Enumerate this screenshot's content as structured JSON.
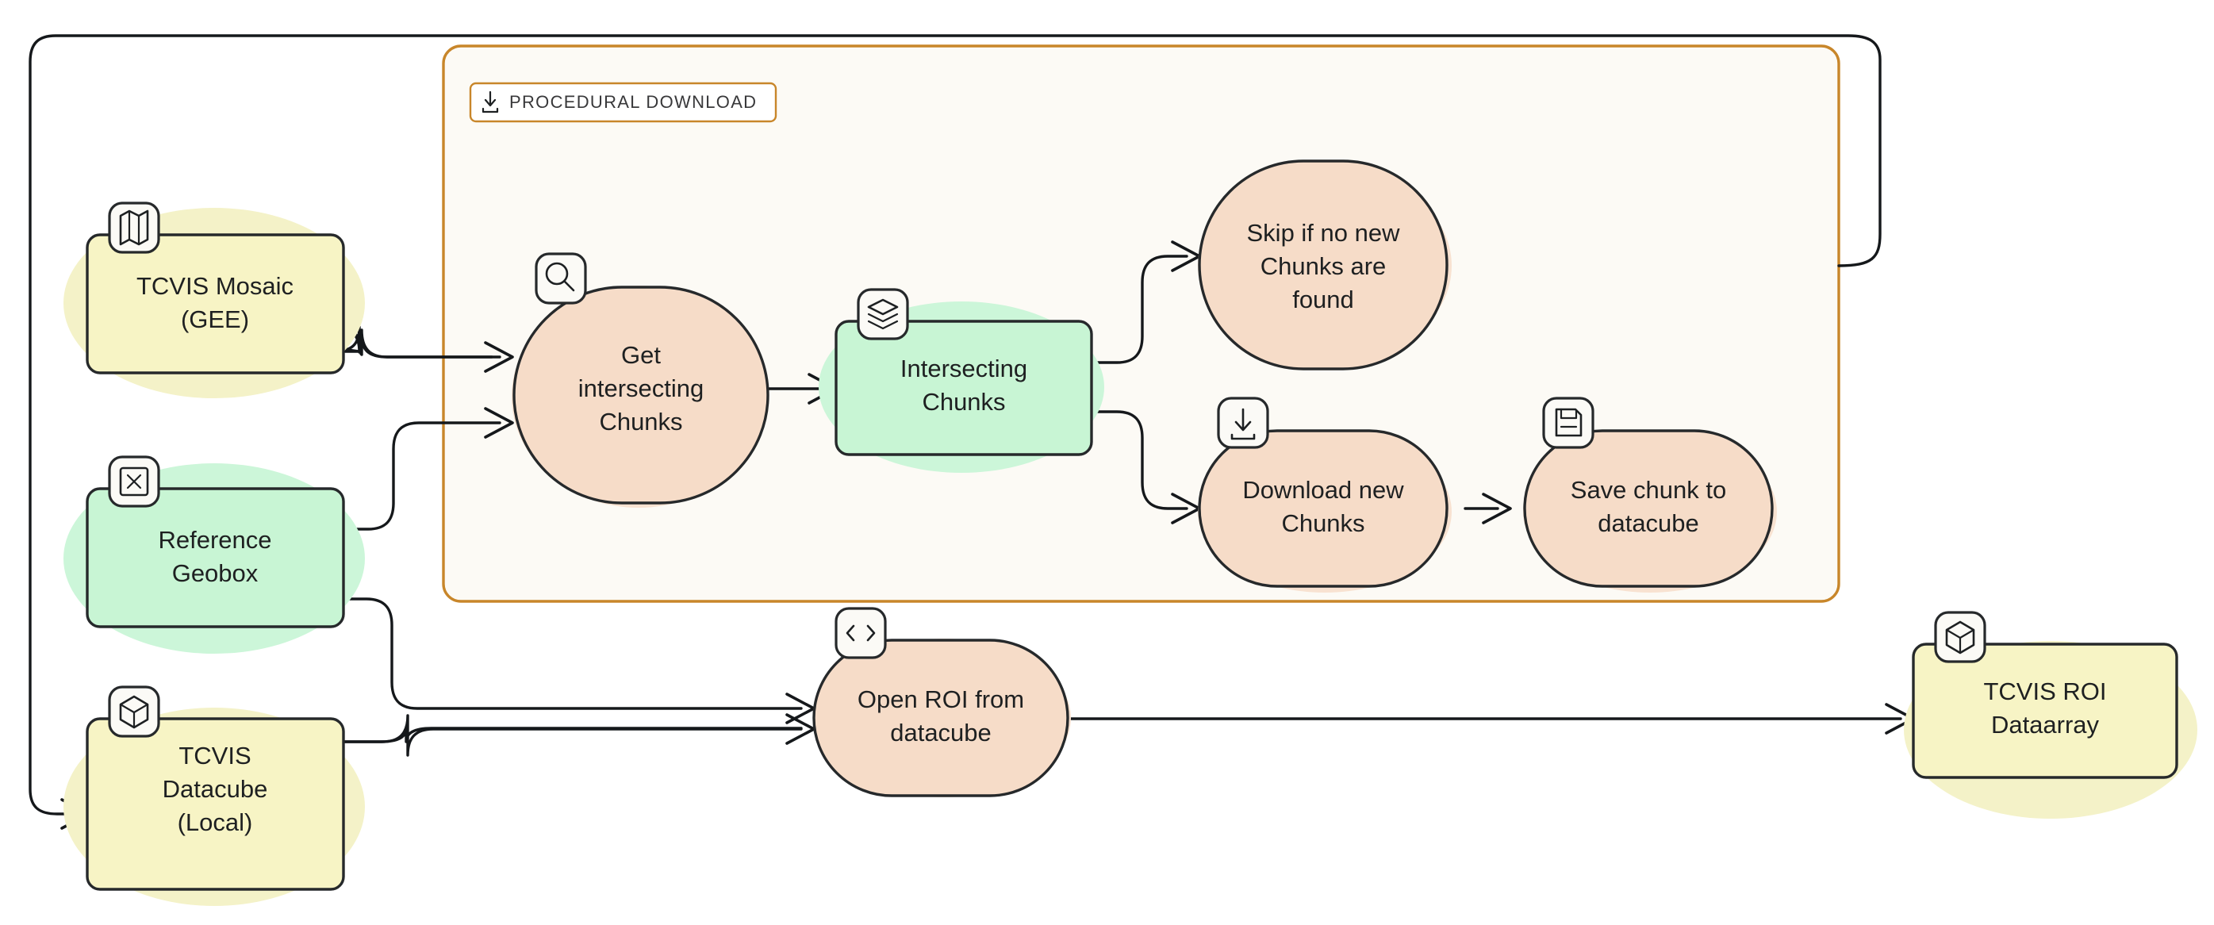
{
  "diagram": {
    "type": "flowchart",
    "background_color": "#ffffff",
    "subgraph": {
      "title": "PROCEDURAL DOWNLOAD",
      "icon": "download-icon",
      "border_color": "#c8862a",
      "background_color": "#fcfaf5"
    },
    "palette": {
      "data_node_fill": "#f7f4c5",
      "data_node_alt_fill": "#c8f5d4",
      "process_node_fill": "#f6dcc8",
      "node_stroke": "#26292b",
      "edge_stroke": "#15181b",
      "text_color": "#1e2021"
    },
    "nodes": [
      {
        "id": "tcvis-mosaic-gee",
        "label_lines": [
          "TCVIS Mosaic",
          "(GEE)"
        ],
        "shape": "rounded-rect",
        "fill": "#f7f4c5",
        "icon": "map-icon",
        "glow": "yellow"
      },
      {
        "id": "reference-geobox",
        "label_lines": [
          "Reference",
          "Geobox"
        ],
        "shape": "rounded-rect",
        "fill": "#c8f5d4",
        "icon": "boxed-x-icon",
        "glow": "green"
      },
      {
        "id": "tcvis-datacube-local",
        "label_lines": [
          "TCVIS",
          "Datacube",
          "(Local)"
        ],
        "shape": "rounded-rect",
        "fill": "#f7f4c5",
        "icon": "cube-icon",
        "glow": "yellow"
      },
      {
        "id": "get-intersecting-chunks",
        "label_lines": [
          "Get",
          "intersecting",
          "Chunks"
        ],
        "shape": "blob",
        "fill": "#f6dcc8",
        "icon": "search-icon",
        "glow": "peach"
      },
      {
        "id": "intersecting-chunks",
        "label_lines": [
          "Intersecting",
          "Chunks"
        ],
        "shape": "rounded-rect",
        "fill": "#c8f5d4",
        "icon": "layers-icon",
        "glow": "green"
      },
      {
        "id": "skip-if-no-new-chunks",
        "label_lines": [
          "Skip if no new",
          "Chunks are",
          "found"
        ],
        "shape": "blob",
        "fill": "#f6dcc8",
        "icon": null,
        "glow": "peach"
      },
      {
        "id": "download-new-chunks",
        "label_lines": [
          "Download new",
          "Chunks"
        ],
        "shape": "blob",
        "fill": "#f6dcc8",
        "icon": "download-icon",
        "glow": "peach"
      },
      {
        "id": "save-chunk-to-datacube",
        "label_lines": [
          "Save chunk to",
          "datacube"
        ],
        "shape": "blob",
        "fill": "#f6dcc8",
        "icon": "save-icon",
        "glow": "peach"
      },
      {
        "id": "open-roi-from-datacube",
        "label_lines": [
          "Open ROI from",
          "datacube"
        ],
        "shape": "blob",
        "fill": "#f6dcc8",
        "icon": "code-icon",
        "glow": "peach"
      },
      {
        "id": "tcvis-roi-dataarray",
        "label_lines": [
          "TCVIS ROI",
          "Dataarray"
        ],
        "shape": "rounded-rect",
        "fill": "#f7f4c5",
        "icon": "cube-icon",
        "glow": "yellow"
      }
    ],
    "edges": [
      {
        "from": "tcvis-mosaic-gee",
        "to": "get-intersecting-chunks"
      },
      {
        "from": "reference-geobox",
        "to": "get-intersecting-chunks"
      },
      {
        "from": "get-intersecting-chunks",
        "to": "intersecting-chunks"
      },
      {
        "from": "intersecting-chunks",
        "to": "skip-if-no-new-chunks"
      },
      {
        "from": "intersecting-chunks",
        "to": "download-new-chunks"
      },
      {
        "from": "download-new-chunks",
        "to": "save-chunk-to-datacube"
      },
      {
        "from": "save-chunk-to-datacube",
        "to": "tcvis-datacube-local"
      },
      {
        "from": "reference-geobox",
        "to": "open-roi-from-datacube"
      },
      {
        "from": "tcvis-datacube-local",
        "to": "open-roi-from-datacube"
      },
      {
        "from": "open-roi-from-datacube",
        "to": "tcvis-roi-dataarray"
      }
    ]
  }
}
